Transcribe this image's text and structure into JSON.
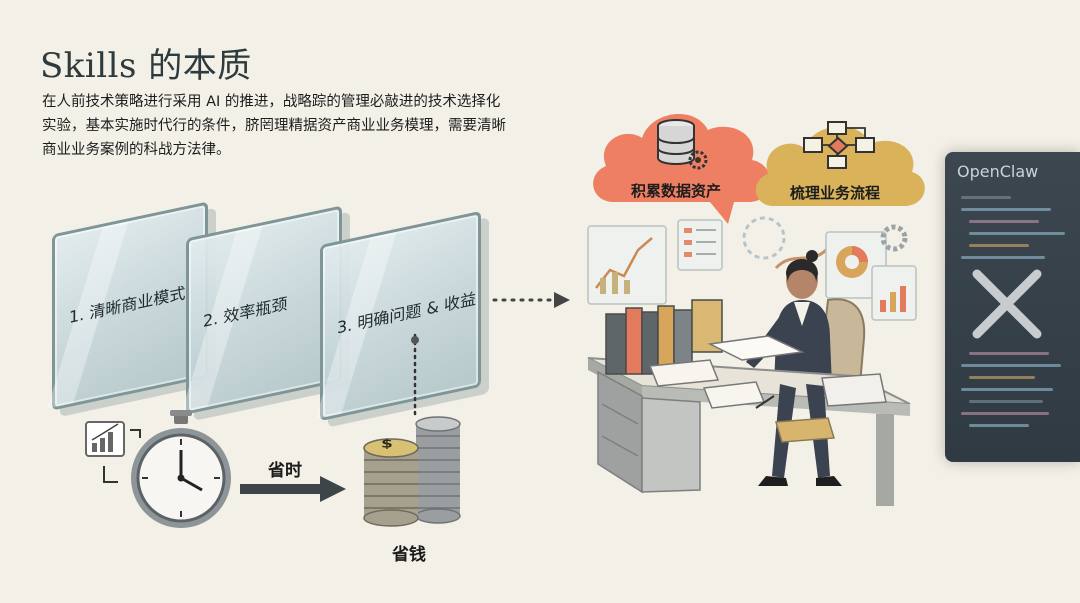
{
  "title": "Skills 的本质",
  "intro": "在人前技术策略进行采用 AI 的推进，战略踪的管理必敲进的技术选择化实验，基本实施时代行的条件，脐罔理精据资产商业业务模理，需要清晰商业业务案例的科战方法律。",
  "panels": [
    {
      "label": "1. 清晰商业模式"
    },
    {
      "label": "2. 效率瓶颈"
    },
    {
      "label": "3. 明确问题 & 收益"
    }
  ],
  "save_time": "省时",
  "save_money": "省钱",
  "coin_symbol": "$",
  "clouds": [
    {
      "label": "积累数据资产",
      "color": "#ef7f63"
    },
    {
      "label": "梳理业务流程",
      "color": "#d9b25a"
    }
  ],
  "side_panel": {
    "title": "OpenClaw"
  },
  "icons": {
    "stopwatch": "stopwatch-icon",
    "coins": "coin-stack-icon",
    "database": "database-icon",
    "flowchart": "flowchart-icon",
    "office": "office-worker-illustration",
    "cross": "cross-icon"
  }
}
